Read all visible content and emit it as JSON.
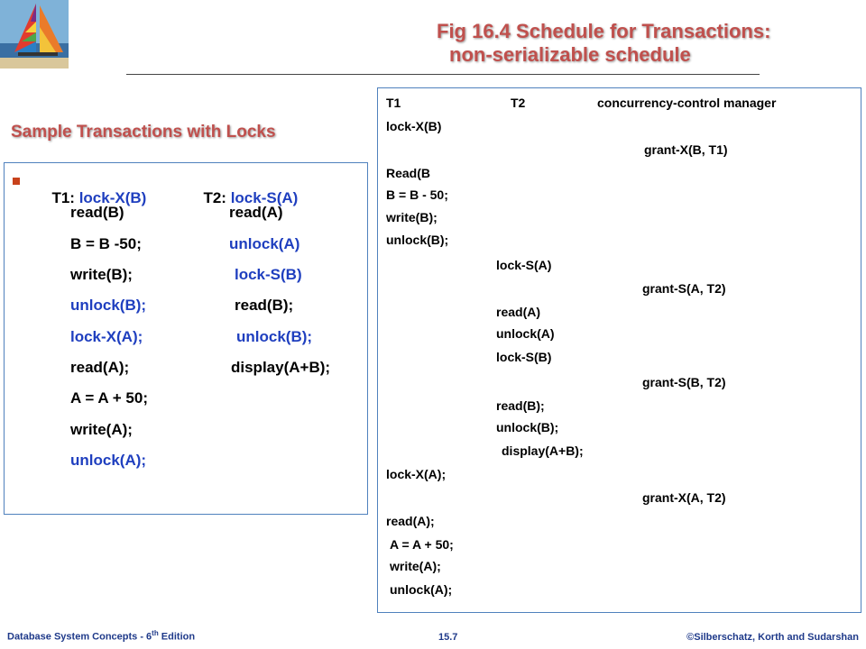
{
  "slide": {
    "title_line1": "Fig 16.4 Schedule for Transactions:",
    "title_line2": "non-serializable schedule",
    "subtitle": "Sample Transactions with Locks"
  },
  "left_code": {
    "row1_t1_label": "T1: ",
    "row1_t1_cmd": "lock-X(B)",
    "row1_t2_label": "T2: ",
    "row1_t2_cmd": "lock-S(A)",
    "t1_lines": [
      "read(B)",
      "B = B -50;",
      "write(B);",
      "unlock(B);",
      "lock-X(A);",
      "read(A);",
      "A = A + 50;",
      "write(A);",
      "unlock(A);"
    ],
    "t2_lines": [
      "read(A)",
      "unlock(A)",
      "lock-S(B)",
      "read(B);",
      "unlock(B);",
      "display(A+B);"
    ]
  },
  "schedule": {
    "headers": [
      "T1",
      "T2",
      "concurrency-control manager"
    ],
    "lines": [
      "lock-X(B)",
      "grant-X(B, T1)",
      "Read(B",
      "B = B - 50;",
      "write(B);",
      "unlock(B);",
      "lock-S(A)",
      "grant-S(A, T2)",
      "read(A)",
      "unlock(A)",
      "lock-S(B)",
      "grant-S(B, T2)",
      "read(B);",
      "unlock(B);",
      "display(A+B);",
      "lock-X(A);",
      "grant-X(A, T2)",
      "read(A);",
      "A = A + 50;",
      "write(A);",
      "unlock(A);"
    ]
  },
  "footer": {
    "left_prefix": "Database  System Concepts  - 6",
    "left_sup": "th",
    "left_suffix": " Edition",
    "center": "15.7",
    "right": "©Silberschatz, Korth  and  Sudarshan"
  },
  "colors": {
    "title": "#c0504d",
    "blue": "#1f3fbf",
    "red": "#c8421b",
    "border": "#4f81bd"
  }
}
